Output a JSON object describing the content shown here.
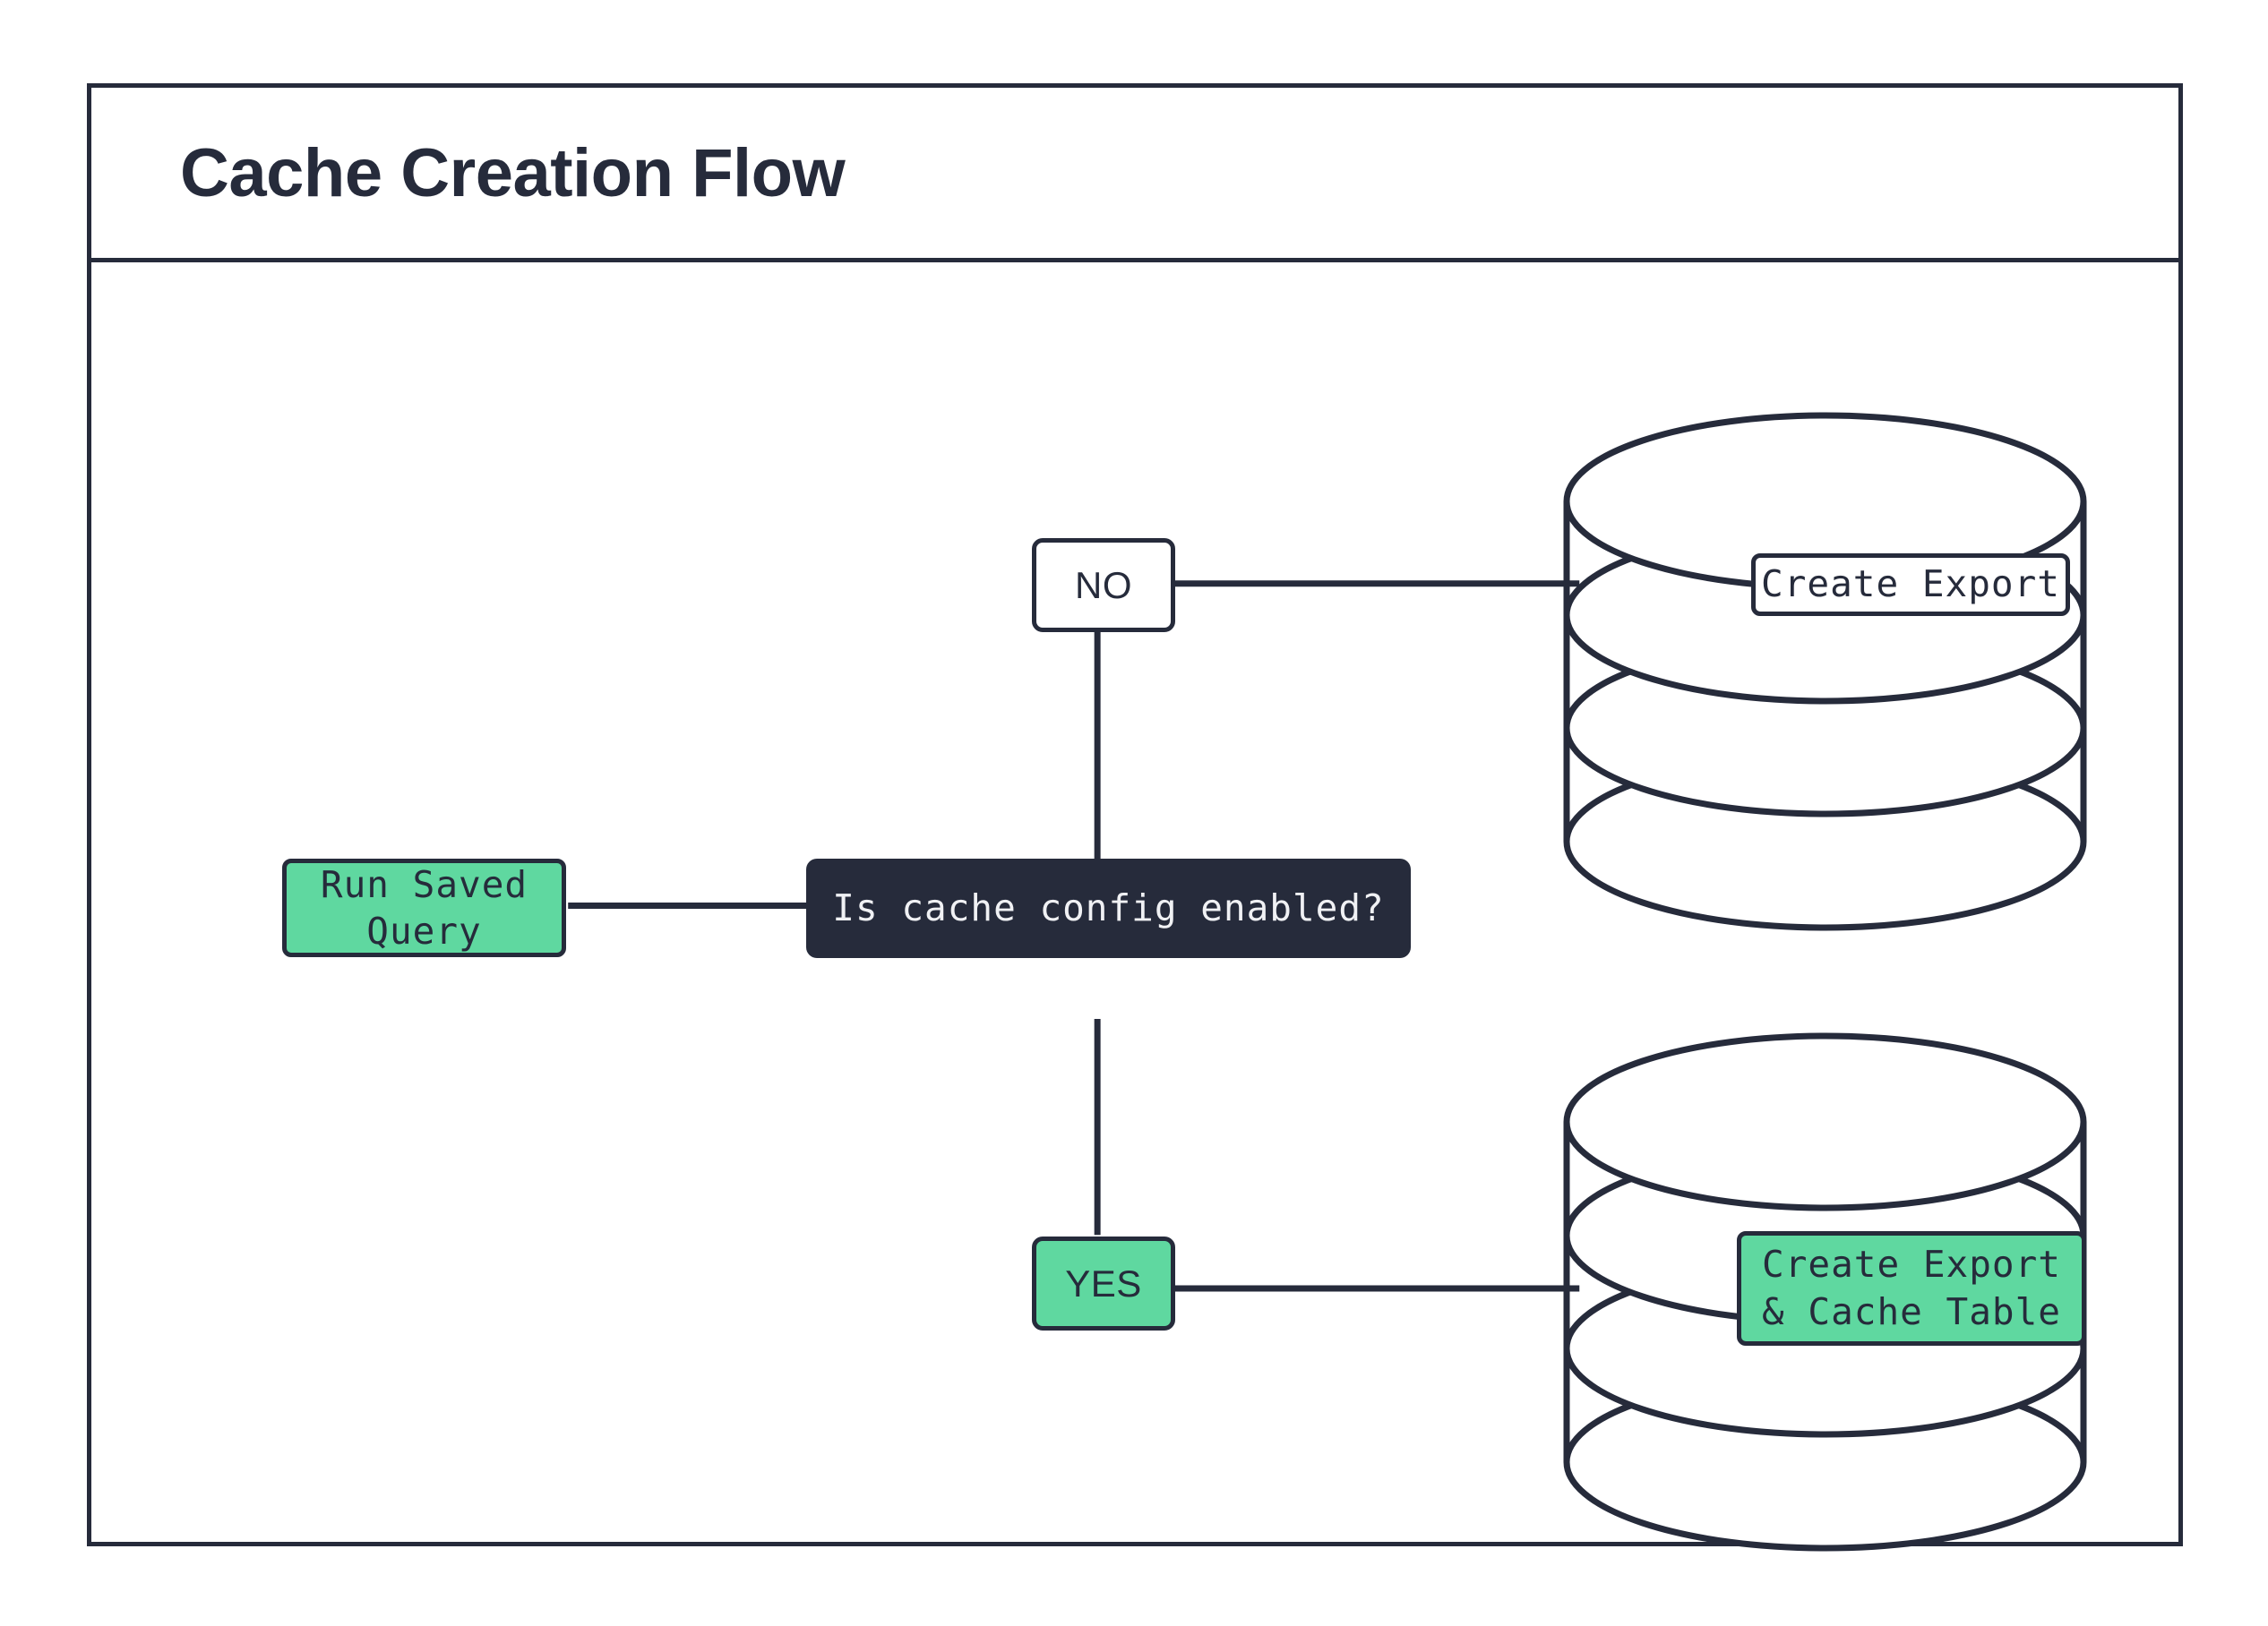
{
  "header": {
    "title": "Cache Creation Flow"
  },
  "colors": {
    "ink": "#262B3B",
    "accent_green": "#5FD8A0",
    "surface": "#FFFFFF",
    "decision_text": "#F0F1F4"
  },
  "nodes": {
    "start": {
      "label": "Run Saved Query",
      "kind": "process"
    },
    "decision": {
      "label": "Is cache config enabled?",
      "kind": "decision"
    },
    "branch_no": {
      "label": "NO"
    },
    "branch_yes": {
      "label": "YES"
    },
    "db_top": {
      "label": "Create Export",
      "kind": "database"
    },
    "db_bottom": {
      "label": "Create Export\n& Cache Table",
      "kind": "database"
    }
  }
}
